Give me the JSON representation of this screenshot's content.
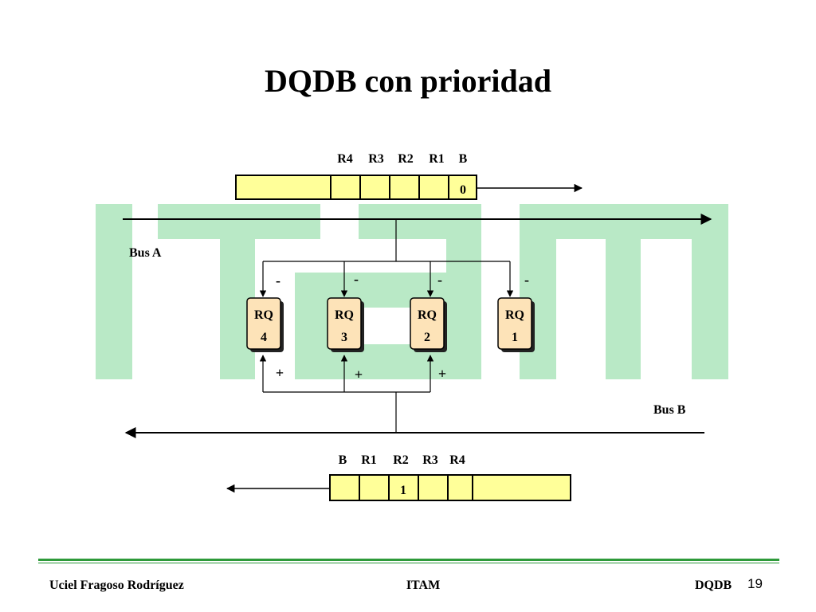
{
  "title": "DQDB con prioridad",
  "top_register": {
    "labels": [
      "R4",
      "R3",
      "R2",
      "R1",
      "B"
    ],
    "value": "0"
  },
  "bottom_register": {
    "labels": [
      "B",
      "R1",
      "R2",
      "R3",
      "R4"
    ],
    "value": "1"
  },
  "bus_a_label": "Bus A",
  "bus_b_label": "Bus B",
  "counters": [
    {
      "line1": "RQ",
      "line2": "4",
      "top_sign": "-",
      "bottom_sign": "+"
    },
    {
      "line1": "RQ",
      "line2": "3",
      "top_sign": "-",
      "bottom_sign": "+"
    },
    {
      "line1": "RQ",
      "line2": "2",
      "top_sign": "-",
      "bottom_sign": "+"
    },
    {
      "line1": "RQ",
      "line2": "1",
      "top_sign": "-"
    }
  ],
  "footer": {
    "author": "Uciel Fragoso Rodríguez",
    "institution": "ITAM",
    "topic": "DQDB",
    "page": "19"
  },
  "colors": {
    "register_fill": "#ffff99",
    "counter_fill": "#fde3b8",
    "watermark": "#b9e9c6",
    "footer_line": "#2e9a3a"
  }
}
